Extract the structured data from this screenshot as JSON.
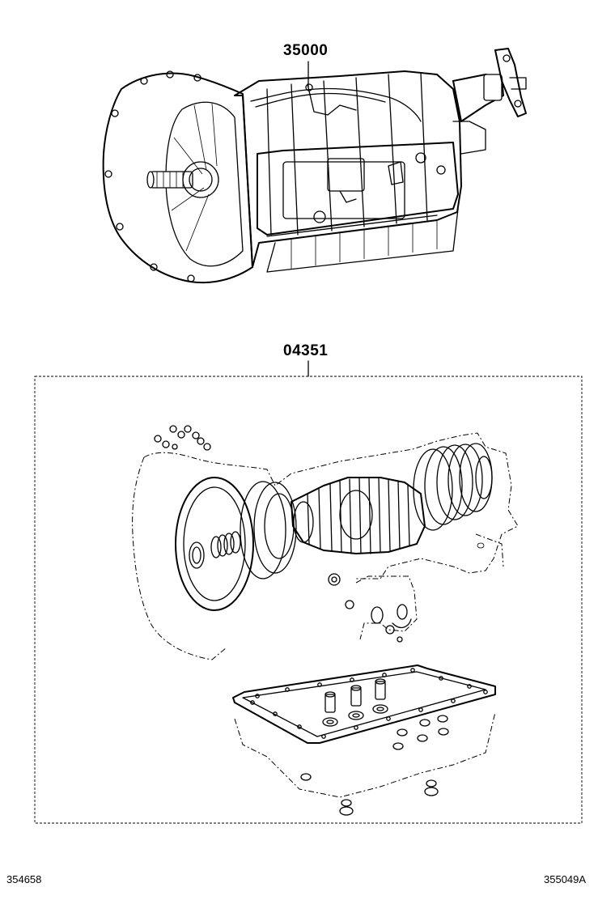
{
  "diagram": {
    "callouts": [
      {
        "id": "transmission_assembly",
        "text": "35000"
      },
      {
        "id": "overhaul_gasket_kit",
        "text": "04351"
      }
    ],
    "footer": {
      "left_code": "354658",
      "right_code": "355049A"
    }
  }
}
